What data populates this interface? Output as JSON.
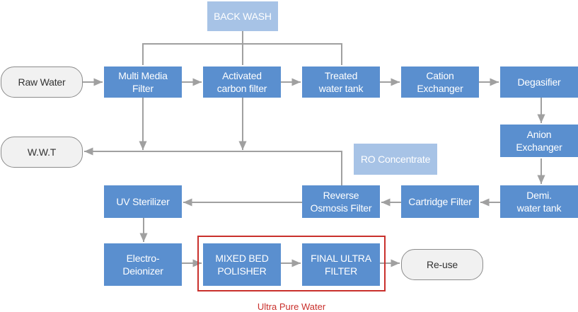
{
  "diagram": {
    "nodes": {
      "back_wash": "BACK WASH",
      "raw_water": "Raw Water",
      "multi_media_filter": "Multi Media\nFilter",
      "activated_carbon_filter": "Activated\ncarbon filter",
      "treated_water_tank": "Treated\nwater tank",
      "cation_exchanger": "Cation\nExchanger",
      "degasifier": "Degasifier",
      "wwt": "W.W.T",
      "ro_concentrate": "RO Concentrate",
      "anion_exchanger": "Anion\nExchanger",
      "uv_sterilizer": "UV Sterilizer",
      "reverse_osmosis_filter": "Reverse\nOsmosis Filter",
      "cartridge_filter": "Cartridge Filter",
      "demi_water_tank": "Demi.\nwater tank",
      "electro_deionizer": "Electro-\nDeionizer",
      "mixed_bed_polisher": "MIXED BED\nPOLISHER",
      "final_ultra_filter": "FINAL ULTRA\nFILTER",
      "re_use": "Re-use"
    },
    "group_label": "Ultra Pure Water",
    "colors": {
      "box": "#5a8fcf",
      "light_box": "#a7c3e6",
      "line": "#a0a0a0",
      "highlight": "#c9302c"
    }
  }
}
